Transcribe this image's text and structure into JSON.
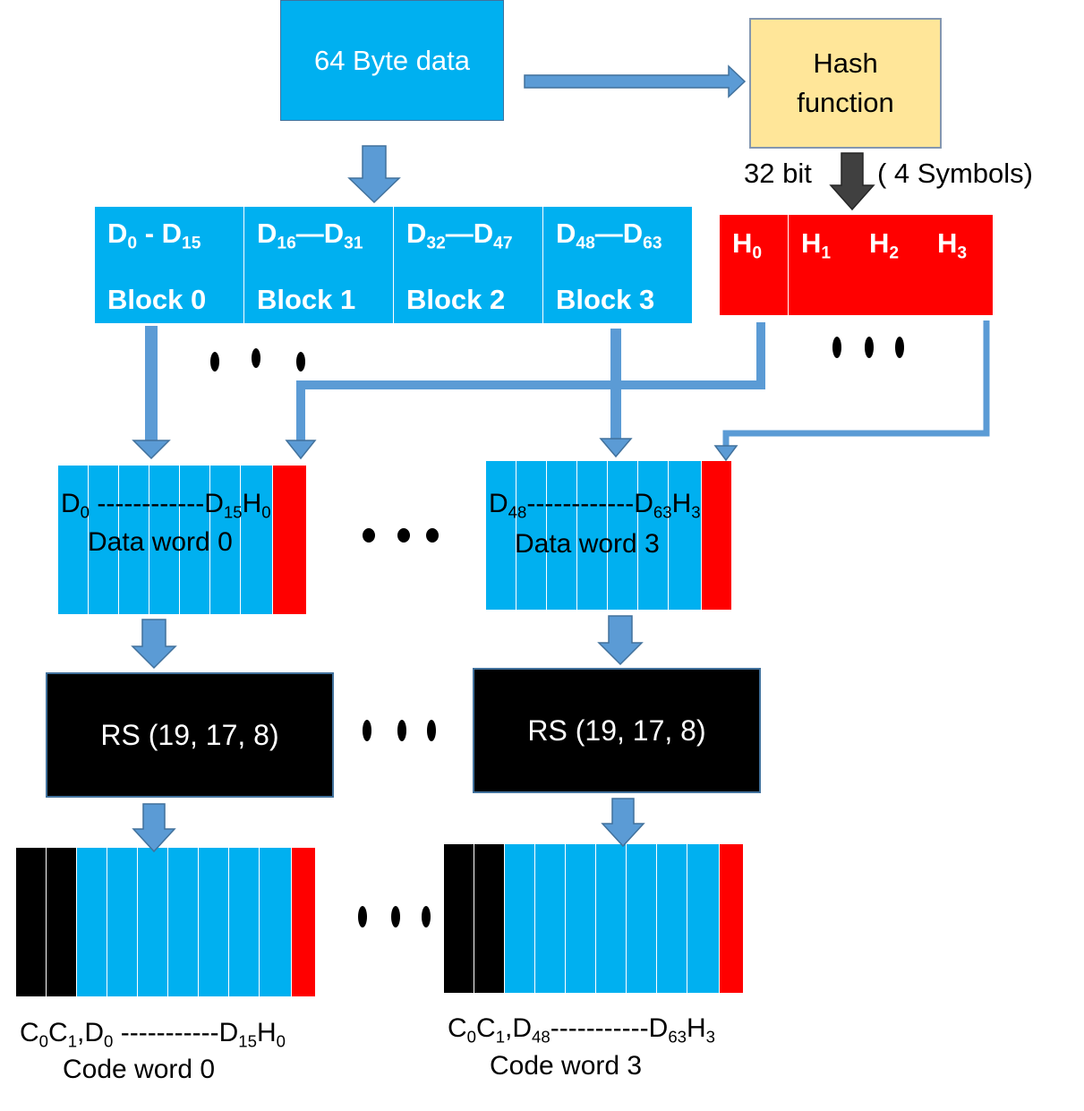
{
  "source": {
    "label": "64 Byte data"
  },
  "hash": {
    "line1": "Hash",
    "line2": "function",
    "bits": "32 bit",
    "symbols": "( 4 Symbols)"
  },
  "blocks": [
    {
      "r_a": "D",
      "s_a": "0",
      "sep": " - ",
      "r_b": "D",
      "s_b": "15",
      "label": "Block 0"
    },
    {
      "r_a": "D",
      "s_a": "16",
      "sep": "—",
      "r_b": "D",
      "s_b": "31",
      "label": "Block 1"
    },
    {
      "r_a": "D",
      "s_a": "32",
      "sep": "—",
      "r_b": "D",
      "s_b": "47",
      "label": "Block 2"
    },
    {
      "r_a": "D",
      "s_a": "48",
      "sep": "—",
      "r_b": "D",
      "s_b": "63",
      "label": "Block 3"
    }
  ],
  "hash_symbols": [
    {
      "base": "H",
      "sub": "0"
    },
    {
      "base": "H",
      "sub": "1"
    },
    {
      "base": "H",
      "sub": "2"
    },
    {
      "base": "H",
      "sub": "3"
    }
  ],
  "data_words": [
    {
      "d1": "D",
      "d1s": "0",
      "dash": " ------------",
      "d2": "D",
      "d2s": "15",
      "h": "H",
      "hs": "0",
      "label": "Data word 0"
    },
    {
      "d1": "D",
      "d1s": "48",
      "dash": "------------",
      "d2": "D",
      "d2s": "63",
      "h": "H",
      "hs": "3",
      "label": "Data word 3"
    }
  ],
  "rs": [
    "RS (19, 17, 8)",
    "RS (19, 17, 8)"
  ],
  "code_words": [
    {
      "c0": "C",
      "c0s": "0",
      "c1": "C",
      "c1s": "1",
      "comma": ",",
      "d1": "D",
      "d1s": "0",
      "dash": " -----------",
      "d2": "D",
      "d2s": "15",
      "h": "H",
      "hs": "0",
      "label": "Code word 0"
    },
    {
      "c0": "C",
      "c0s": "0",
      "c1": "C",
      "c1s": "1",
      "comma": ",",
      "d1": "D",
      "d1s": "48",
      "dash": "-----------",
      "d2": "D",
      "d2s": "63",
      "h": "H",
      "hs": "3",
      "label": "Code word 3"
    }
  ],
  "colors": {
    "data": "#00b0f0",
    "hash": "#ff0000",
    "parity": "#000000",
    "hash_box": "#ffe699",
    "arrow": "#5b9bd5"
  }
}
